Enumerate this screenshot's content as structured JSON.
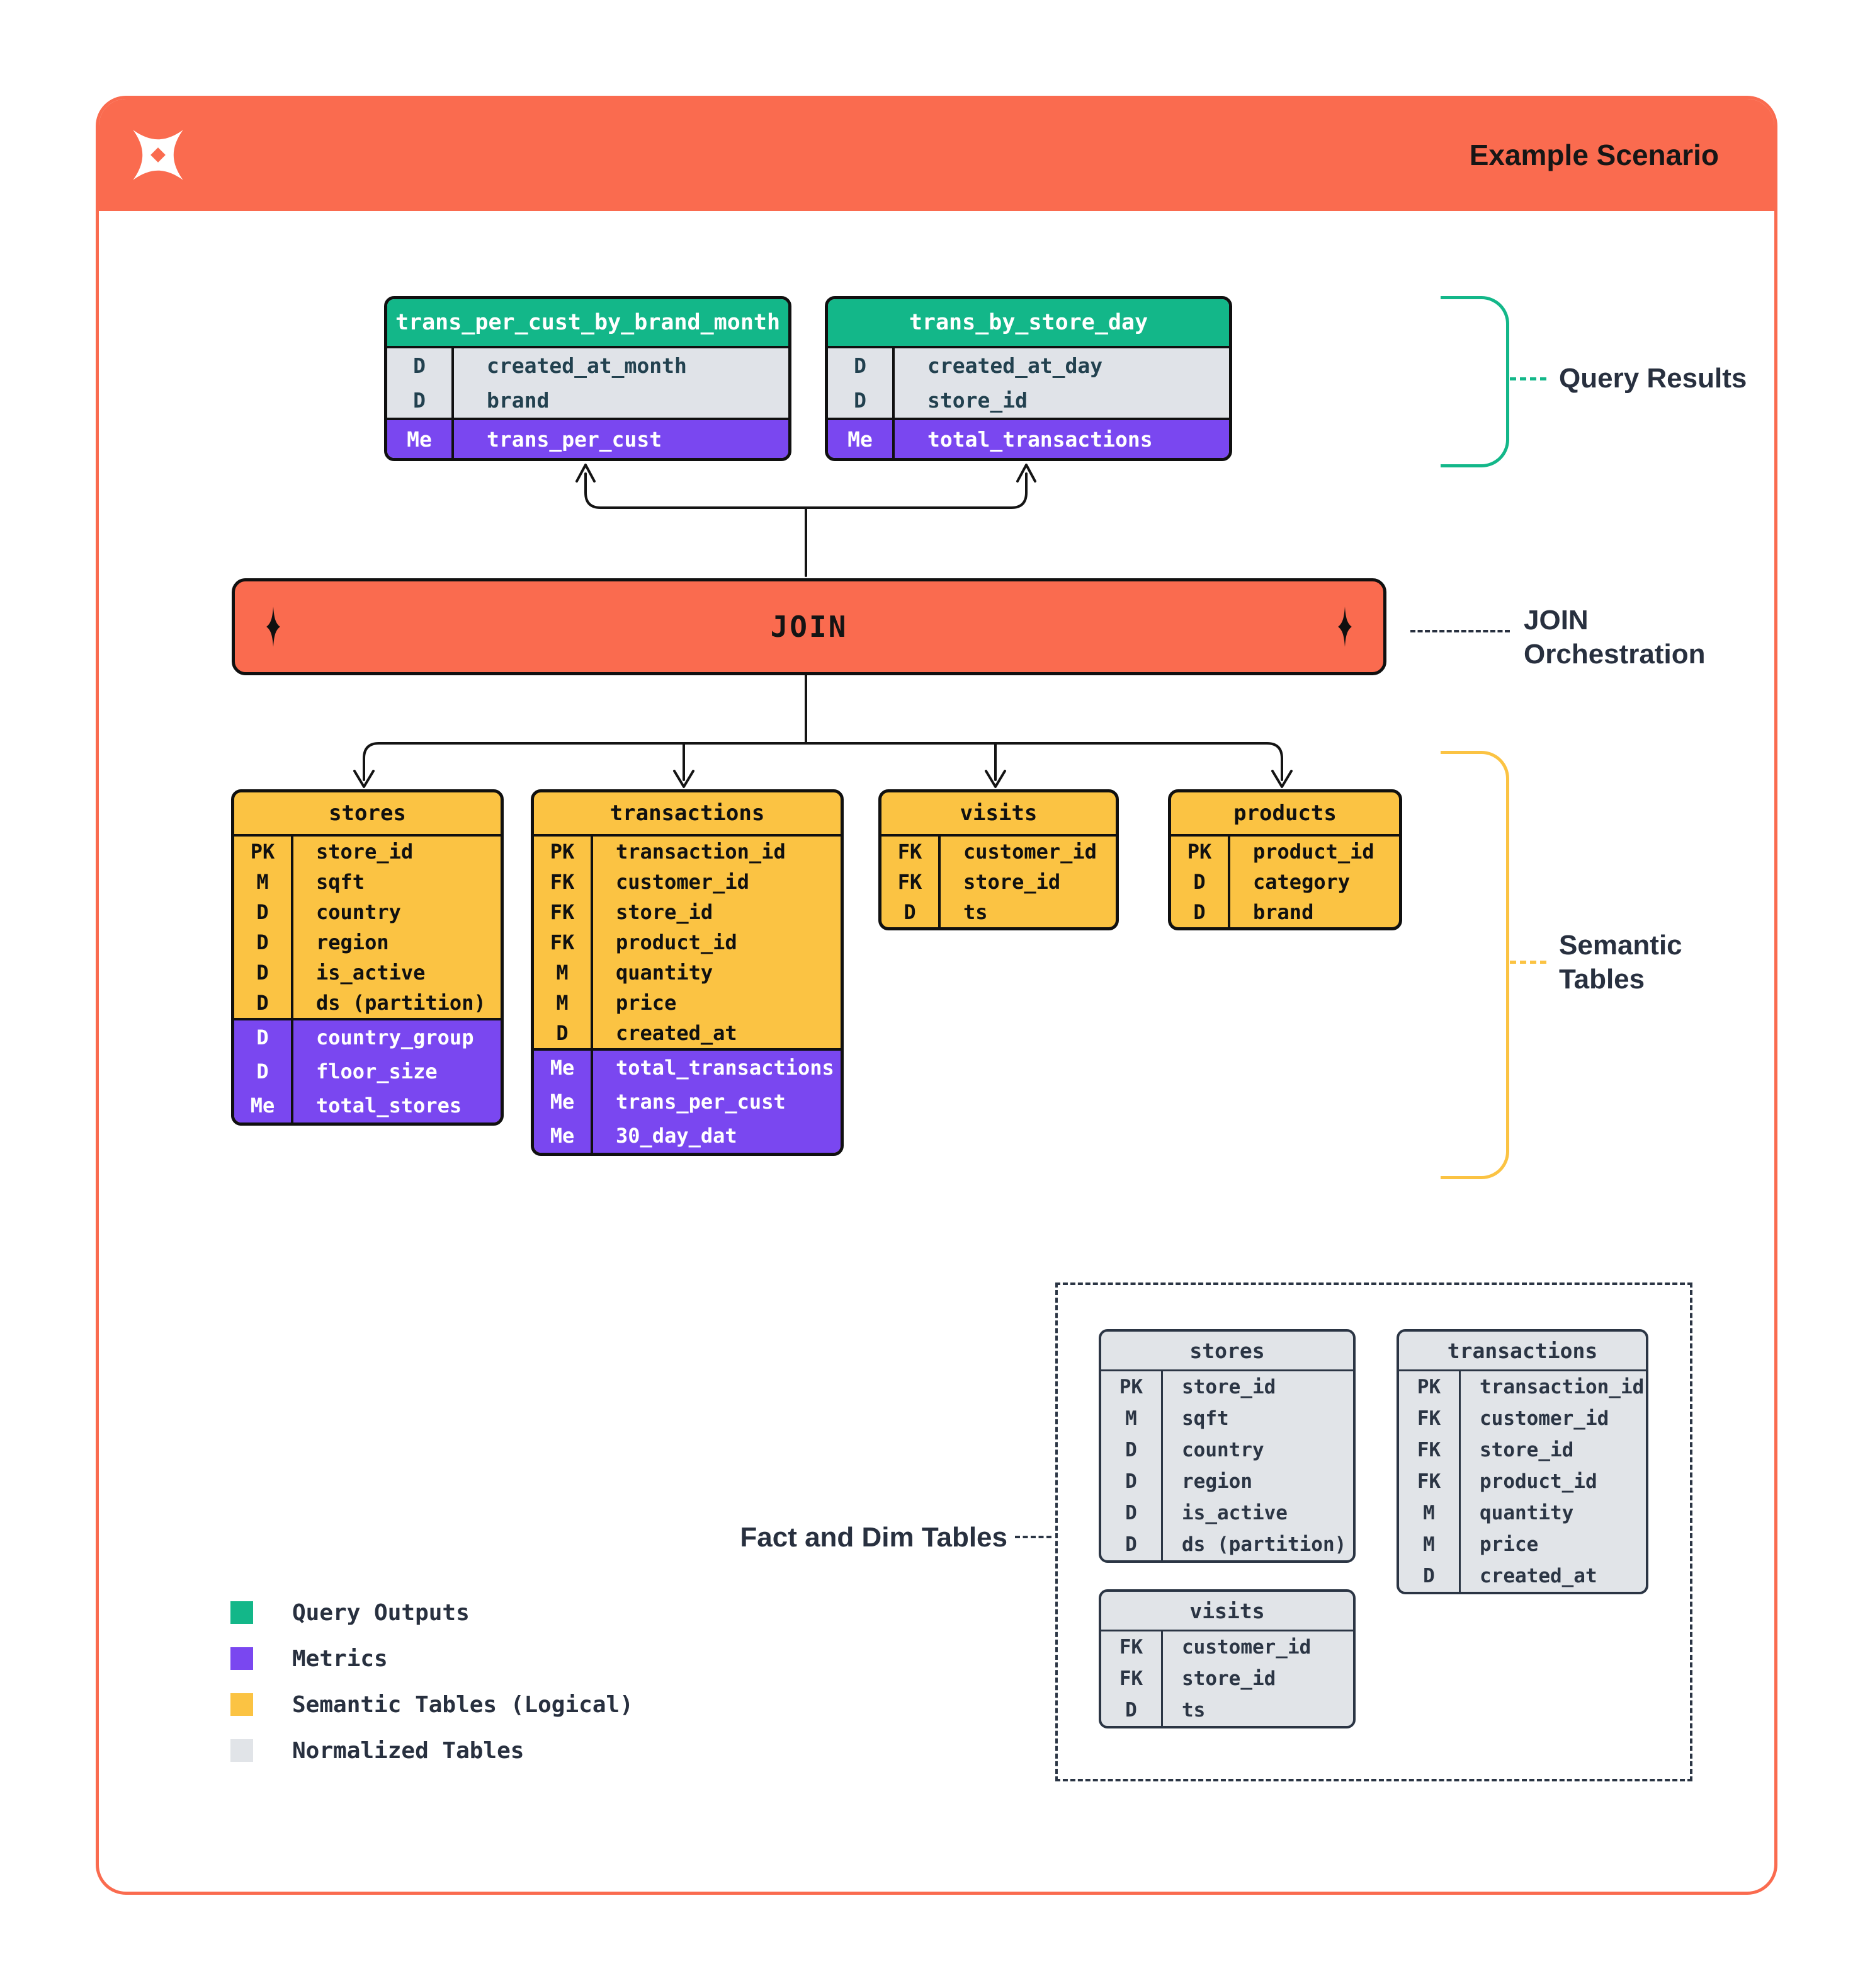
{
  "header": {
    "title": "Example Scenario",
    "logo": "four-point-star-logo"
  },
  "join_bar": {
    "label": "JOIN"
  },
  "annotations": {
    "query_results": "Query Results",
    "join_orchestration": "JOIN\nOrchestration",
    "semantic_tables": "Semantic\nTables",
    "fact_dim": "Fact and Dim Tables"
  },
  "query_tables": [
    {
      "title": "trans_per_cust_by_brand_month",
      "dims": [
        {
          "key": "D",
          "name": "created_at_month"
        },
        {
          "key": "D",
          "name": "brand"
        }
      ],
      "metrics": [
        {
          "key": "Me",
          "name": "trans_per_cust"
        }
      ]
    },
    {
      "title": "trans_by_store_day",
      "dims": [
        {
          "key": "D",
          "name": "created_at_day"
        },
        {
          "key": "D",
          "name": "store_id"
        }
      ],
      "metrics": [
        {
          "key": "Me",
          "name": "total_transactions"
        }
      ]
    }
  ],
  "semantic_tables": [
    {
      "title": "stores",
      "fields": [
        {
          "key": "PK",
          "name": "store_id"
        },
        {
          "key": "M",
          "name": "sqft"
        },
        {
          "key": "D",
          "name": "country"
        },
        {
          "key": "D",
          "name": "region"
        },
        {
          "key": "D",
          "name": "is_active"
        },
        {
          "key": "D",
          "name": "ds (partition)"
        }
      ],
      "metrics": [
        {
          "key": "D",
          "name": "country_group"
        },
        {
          "key": "D",
          "name": "floor_size"
        },
        {
          "key": "Me",
          "name": "total_stores"
        }
      ]
    },
    {
      "title": "transactions",
      "fields": [
        {
          "key": "PK",
          "name": "transaction_id"
        },
        {
          "key": "FK",
          "name": "customer_id"
        },
        {
          "key": "FK",
          "name": "store_id"
        },
        {
          "key": "FK",
          "name": "product_id"
        },
        {
          "key": "M",
          "name": "quantity"
        },
        {
          "key": "M",
          "name": "price"
        },
        {
          "key": "D",
          "name": "created_at"
        }
      ],
      "metrics": [
        {
          "key": "Me",
          "name": "total_transactions"
        },
        {
          "key": "Me",
          "name": "trans_per_cust"
        },
        {
          "key": "Me",
          "name": "30_day_dat"
        }
      ]
    },
    {
      "title": "visits",
      "fields": [
        {
          "key": "FK",
          "name": "customer_id"
        },
        {
          "key": "FK",
          "name": "store_id"
        },
        {
          "key": "D",
          "name": "ts"
        }
      ],
      "metrics": []
    },
    {
      "title": "products",
      "fields": [
        {
          "key": "PK",
          "name": "product_id"
        },
        {
          "key": "D",
          "name": "category"
        },
        {
          "key": "D",
          "name": "brand"
        }
      ],
      "metrics": []
    }
  ],
  "normalized_tables": [
    {
      "title": "stores",
      "fields": [
        {
          "key": "PK",
          "name": "store_id"
        },
        {
          "key": "M",
          "name": "sqft"
        },
        {
          "key": "D",
          "name": "country"
        },
        {
          "key": "D",
          "name": "region"
        },
        {
          "key": "D",
          "name": "is_active"
        },
        {
          "key": "D",
          "name": "ds (partition)"
        }
      ]
    },
    {
      "title": "transactions",
      "fields": [
        {
          "key": "PK",
          "name": "transaction_id"
        },
        {
          "key": "FK",
          "name": "customer_id"
        },
        {
          "key": "FK",
          "name": "store_id"
        },
        {
          "key": "FK",
          "name": "product_id"
        },
        {
          "key": "M",
          "name": "quantity"
        },
        {
          "key": "M",
          "name": "price"
        },
        {
          "key": "D",
          "name": "created_at"
        }
      ]
    },
    {
      "title": "visits",
      "fields": [
        {
          "key": "FK",
          "name": "customer_id"
        },
        {
          "key": "FK",
          "name": "store_id"
        },
        {
          "key": "D",
          "name": "ts"
        }
      ]
    }
  ],
  "legend": [
    {
      "label": "Query Outputs",
      "color": "#13b789"
    },
    {
      "label": "Metrics",
      "color": "#7a47f0"
    },
    {
      "label": "Semantic Tables (Logical)",
      "color": "#fbc343"
    },
    {
      "label": "Normalized Tables",
      "color": "#e1e4e8"
    }
  ],
  "colors": {
    "accent_orange": "#fa6b4f",
    "green": "#13b789",
    "purple": "#7a47f0",
    "yellow": "#fbc343",
    "gray": "#e1e4e8",
    "ink": "#28303f"
  }
}
